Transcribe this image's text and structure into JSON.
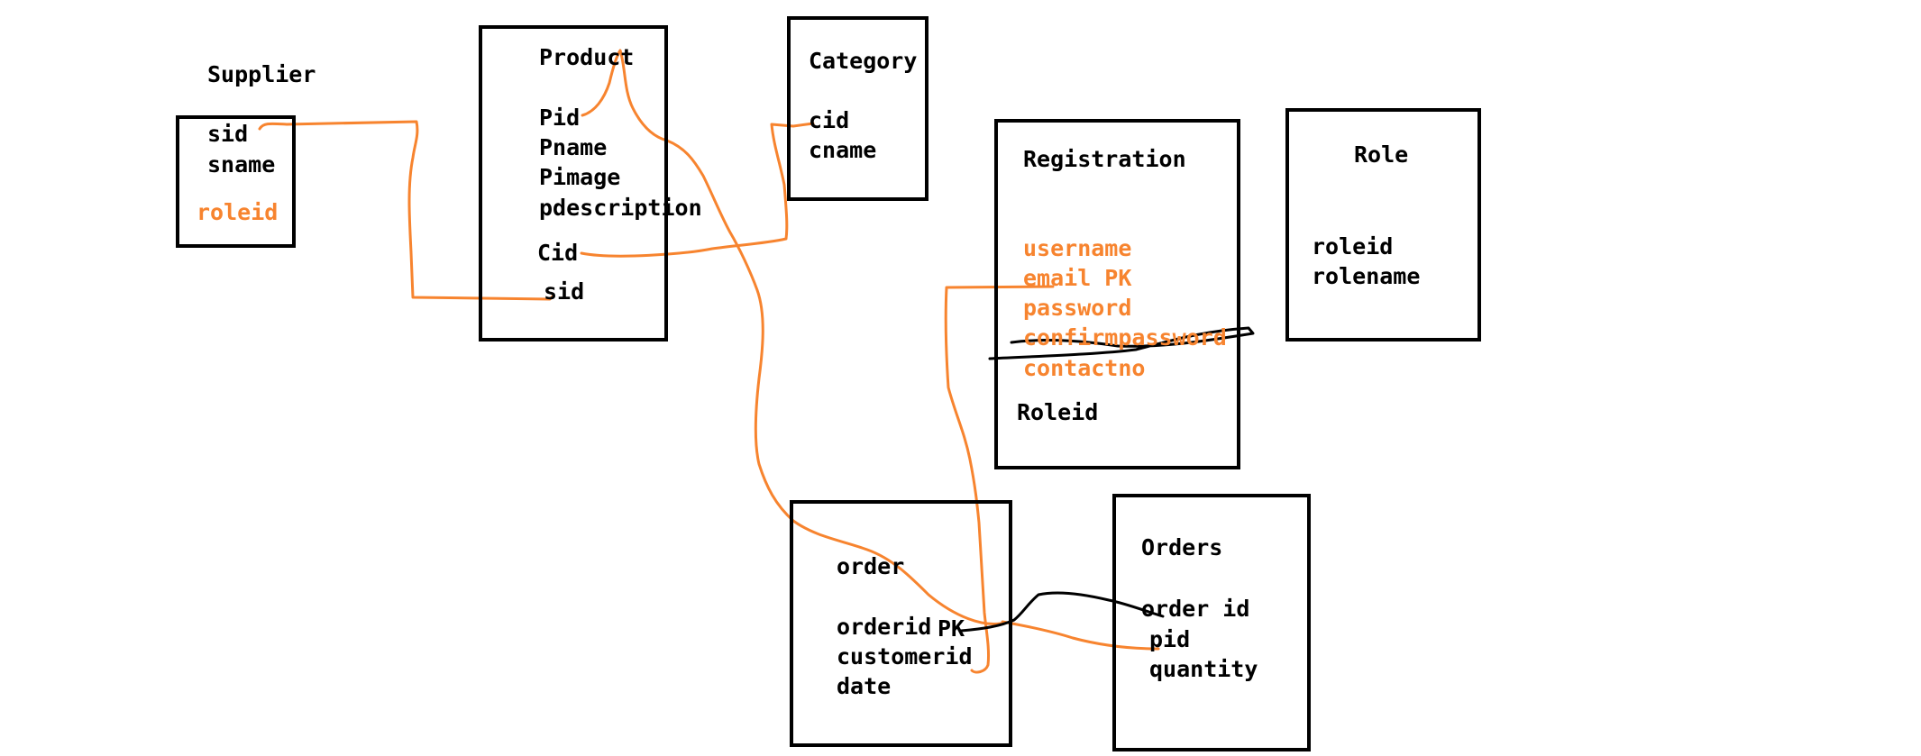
{
  "colors": {
    "ink": "#000000",
    "highlight": "#f7842f",
    "background": "#ffffff"
  },
  "supplier": {
    "title": "Supplier",
    "fields": [
      "sid",
      "sname"
    ],
    "highlight_field": "roleid"
  },
  "product": {
    "title": "Product",
    "fields": [
      "Pid",
      "Pname",
      "Pimage",
      "pdescription",
      "Cid",
      "sid"
    ]
  },
  "category": {
    "title": "Category",
    "fields": [
      "cid",
      "cname"
    ]
  },
  "registration": {
    "title": "Registration",
    "highlight_fields": [
      "username",
      "email PK",
      "password",
      "confirmpassword",
      "contactno"
    ],
    "struck_field": "confirmpassword",
    "fields": [
      "Roleid"
    ]
  },
  "role": {
    "title": "Role",
    "fields": [
      "roleid",
      "rolename"
    ]
  },
  "order": {
    "title": "order",
    "fields": [
      "orderid",
      "customerid",
      "date"
    ],
    "pk_label": "PK"
  },
  "orders": {
    "title": "Orders",
    "fields": [
      "order id",
      "pid",
      "quantity"
    ]
  }
}
